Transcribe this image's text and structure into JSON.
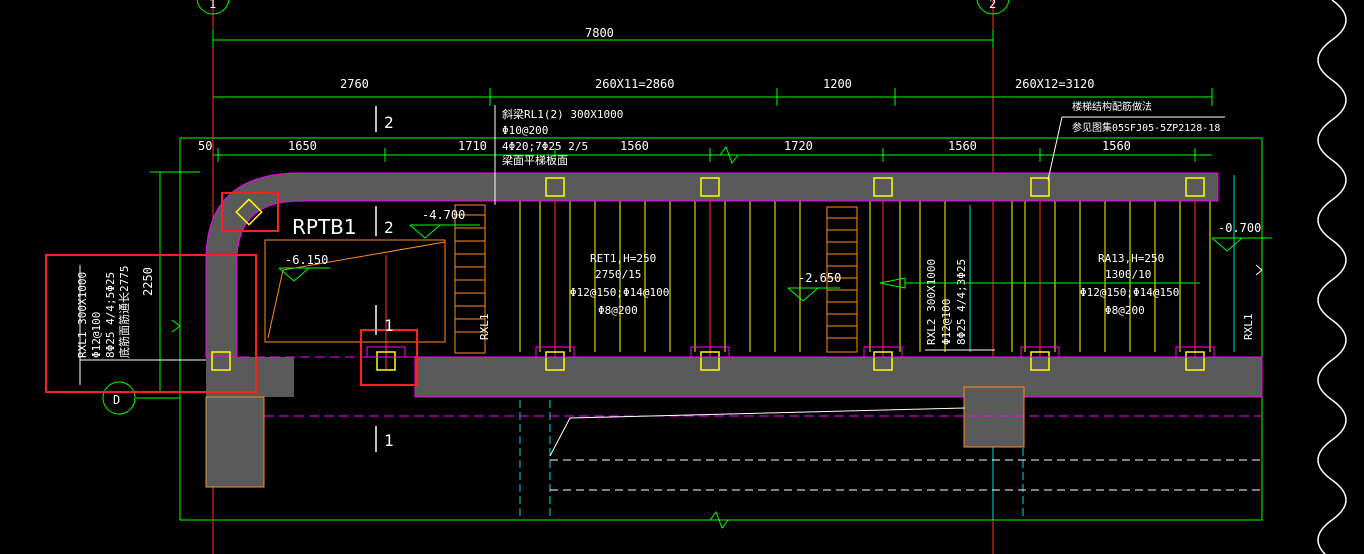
{
  "top_dim": {
    "total": "7800",
    "seg1": "2760",
    "seg2": "260X11=2860",
    "seg3": "1200",
    "seg4": "260X12=3120"
  },
  "sub_dims": {
    "d1": "50",
    "d2": "1650",
    "d3": "1710",
    "d4": "1560",
    "d5": "1720",
    "d6": "1560",
    "d7": "1560"
  },
  "left_dim": "2250",
  "axes": {
    "top_left": "1",
    "top_right": "2",
    "left": "D"
  },
  "sections": {
    "a": "2",
    "b": "2",
    "c": "1",
    "d": "1"
  },
  "labels": {
    "rptb": "RPTB1",
    "beam_rl1": [
      "斜梁RL1(2) 300X1000",
      "Φ10@200",
      "4Φ20;7Φ25 2/5",
      "梁面平梯板面"
    ],
    "ref_top": [
      "楼梯结构配筋做法",
      "参见图集05SFJ05-5ZP2128-18"
    ],
    "elev_a": "-4.700",
    "elev_b": "-6.150",
    "elev_c": "-2.650",
    "elev_d": "-0.700",
    "ret1": [
      "RET1,H=250",
      "2750/15",
      "Φ12@150;Φ14@100",
      "Φ8@200"
    ],
    "ra13": [
      "RA13,H=250",
      "1300/10",
      "Φ12@150;Φ14@150",
      "Φ8@200"
    ],
    "rxl1_left": [
      "RXL1 300X1000",
      "Φ12@100",
      "8Φ25 4/4;5Φ25",
      "底筋面筋通长2775"
    ],
    "rxl2": [
      "RXL2 300X1000",
      "Φ12@100",
      "8Φ25 4/4;3Φ25"
    ],
    "rxl1_right": "RXL1",
    "rxl1_mid": "RXL1"
  },
  "colors": {
    "background": "#000000",
    "dimension": "#00ff00",
    "beam": "#5a5a5a",
    "highlight": "#ff2020",
    "column": "#ffff00",
    "axis": "#ff3030",
    "stair": "#ff8c1a",
    "rebar": "#ff00ff"
  }
}
